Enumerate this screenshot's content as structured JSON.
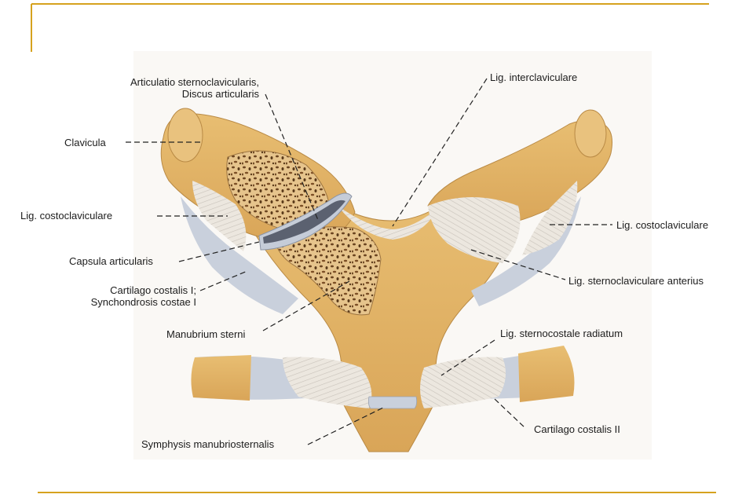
{
  "labels": {
    "artic_line1": "Articulatio sternoclavicularis,",
    "artic_line2": "Discus articularis",
    "clavicula": "Clavicula",
    "lig_costo_left": "Lig. costoclaviculare",
    "capsula": "Capsula articularis",
    "cart1_line1": "Cartilago costalis I;",
    "cart1_line2": "Synchondrosis costae I",
    "manubrium": "Manubrium sterni",
    "symphysis": "Symphysis manubriosternalis",
    "lig_inter": "Lig. interclaviculare",
    "lig_costo_right": "Lig. costoclaviculare",
    "lig_sterno_ant": "Lig. sternoclaviculare anterius",
    "lig_sternocostale": "Lig. sternocostale radiatum",
    "cart2": "Cartilago costalis II"
  },
  "colors": {
    "frame_gold": "#d6a21e",
    "bone": "#e2b46a",
    "cartilage": "#c9d0dc",
    "ligament": "#ece7df",
    "spongy": "#5a3a1a"
  }
}
